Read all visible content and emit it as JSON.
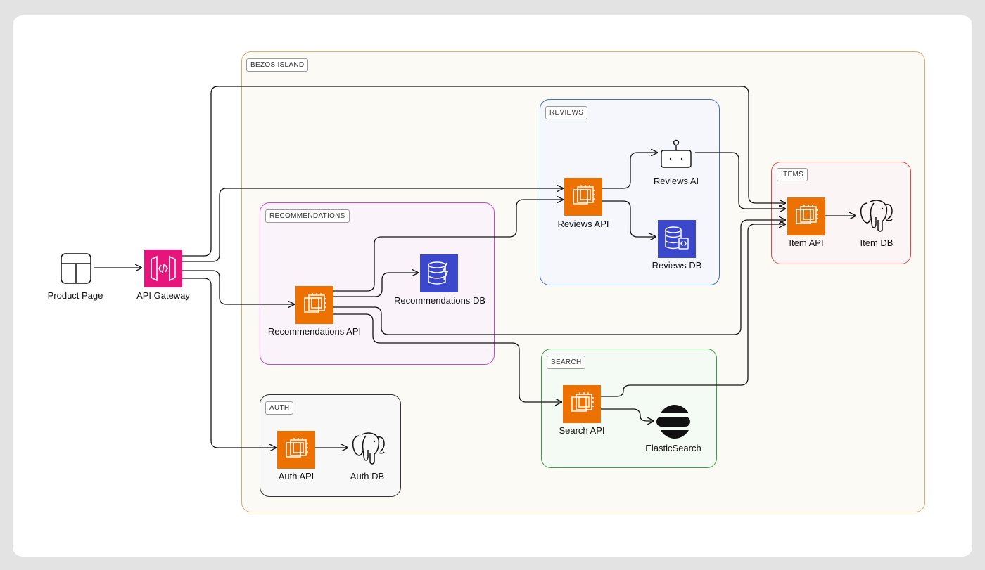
{
  "groups": {
    "bezos_island": "BEZOS ISLAND",
    "reviews": "REVIEWS",
    "recommendations": "RECOMMENDATIONS",
    "items": "ITEMS",
    "search": "SEARCH",
    "auth": "AUTH"
  },
  "nodes": {
    "product_page": "Product Page",
    "api_gateway": "API Gateway",
    "recommendations_api": "Recommendations API",
    "recommendations_db": "Recommendations DB",
    "reviews_api": "Reviews API",
    "reviews_ai": "Reviews AI",
    "reviews_db": "Reviews DB",
    "item_api": "Item API",
    "item_db": "Item DB",
    "search_api": "Search API",
    "elasticsearch": "ElasticSearch",
    "auth_api": "Auth API",
    "auth_db": "Auth DB"
  },
  "colors": {
    "compute": "#ed7100",
    "gateway": "#e7157b",
    "database": "#3b48cc",
    "bezos_border": "#e0a96d",
    "reviews_border": "#3b6fd1",
    "recommendations_border": "#cc47cc",
    "items_border": "#d94a4a",
    "search_border": "#3aa04a",
    "auth_border": "#333333"
  },
  "icons": {
    "product_page": "layout-icon",
    "api_gateway": "api-gateway-icon",
    "compute": "ec2-chip-icon",
    "recommendations_db": "dynamodb-icon",
    "reviews_db": "rds-icon",
    "reviews_ai": "robot-icon",
    "postgres": "postgres-elephant-icon",
    "elasticsearch": "elasticsearch-icon"
  },
  "connections": [
    [
      "product_page",
      "api_gateway"
    ],
    [
      "api_gateway",
      "item_api"
    ],
    [
      "api_gateway",
      "reviews_api"
    ],
    [
      "api_gateway",
      "recommendations_api"
    ],
    [
      "api_gateway",
      "auth_api"
    ],
    [
      "recommendations_api",
      "reviews_api"
    ],
    [
      "recommendations_api",
      "recommendations_db"
    ],
    [
      "recommendations_api",
      "item_api"
    ],
    [
      "recommendations_api",
      "search_api"
    ],
    [
      "reviews_api",
      "reviews_ai"
    ],
    [
      "reviews_api",
      "reviews_db"
    ],
    [
      "reviews_ai",
      "item_api"
    ],
    [
      "search_api",
      "item_api"
    ],
    [
      "search_api",
      "elasticsearch"
    ],
    [
      "item_api",
      "item_db"
    ],
    [
      "auth_api",
      "auth_db"
    ]
  ]
}
